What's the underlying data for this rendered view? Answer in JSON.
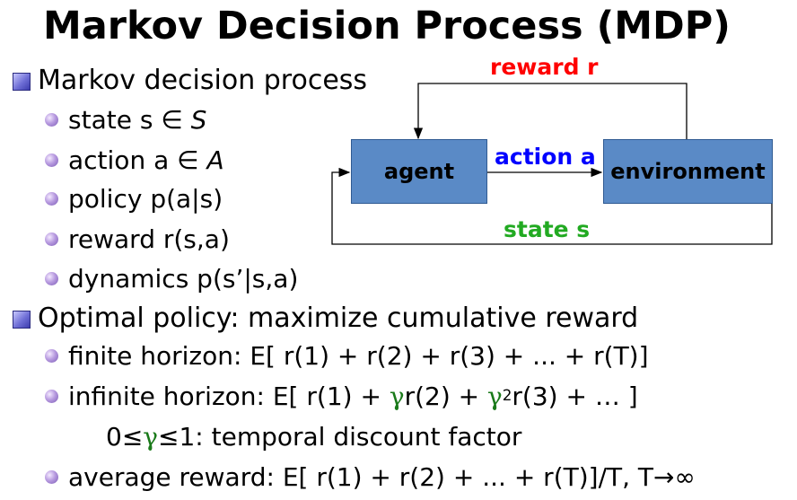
{
  "title": "Markov Decision Process (MDP)",
  "section1": {
    "heading": "Markov decision process",
    "items": [
      {
        "text": "state s ∈ ",
        "sym": "S"
      },
      {
        "text": "action a ∈ ",
        "sym": "A"
      },
      {
        "text": "policy p(a|s)"
      },
      {
        "text": "reward r(s,a)"
      },
      {
        "text": "dynamics p(s’|s,a)"
      }
    ]
  },
  "diagram": {
    "agent": "agent",
    "environment": "environment",
    "reward_label": "reward r",
    "action_label": "action a",
    "state_label": "state s",
    "colors": {
      "box": "#5a8ac6",
      "reward": "#ff0000",
      "action": "#0000ff",
      "state": "#22aa22"
    }
  },
  "section2": {
    "heading": "Optimal policy: maximize cumulative reward",
    "finite": "finite horizon: E[ r(1) + r(2) + r(3) + ... + r(T)]",
    "infinite": {
      "a": "infinite horizon: E[ r(1) + ",
      "g1": "γ",
      "b": "r(2) + ",
      "g2": "γ",
      "sup": "2",
      "c": "r(3) + … ]"
    },
    "discount": {
      "a": "0≤",
      "g": "γ",
      "b": "≤1: temporal discount factor"
    },
    "average": "average reward: E[ r(1) + r(2) + ... + r(T)]/T, T→∞"
  }
}
